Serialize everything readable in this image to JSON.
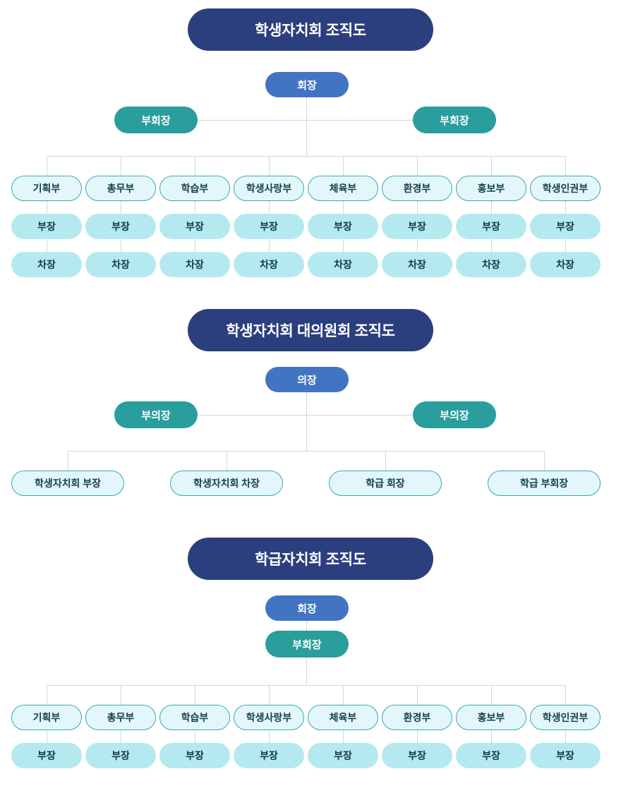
{
  "colors": {
    "banner_navy": "#2b3f7f",
    "leader_blue": "#4175c4",
    "deputy_teal": "#2a9d9d",
    "dept_fill": "#e3f7fa",
    "dept_border": "#3aa7b5",
    "role_fill": "#b5e9f0",
    "connector": "#d2d5da",
    "page_background": "#ffffff"
  },
  "sections": [
    {
      "id": "student-council",
      "title": "학생자치회 조직도",
      "leader": "회장",
      "deputy_left": "부회장",
      "deputy_right": "부회장",
      "departments": [
        "기획부",
        "총무부",
        "학습부",
        "학생사랑부",
        "체육부",
        "환경부",
        "홍보부",
        "학생인권부"
      ],
      "role_rows": [
        "부장",
        "차장"
      ]
    },
    {
      "id": "representative-council",
      "title": "학생자치회 대의원회 조직도",
      "leader": "의장",
      "deputy_left": "부의장",
      "deputy_right": "부의장",
      "members": [
        "학생자치회 부장",
        "학생자치회 차장",
        "학급 회장",
        "학급 부회장"
      ]
    },
    {
      "id": "class-council",
      "title": "학급자치회 조직도",
      "leader": "회장",
      "deputy": "부회장",
      "departments": [
        "기획부",
        "총무부",
        "학습부",
        "학생사랑부",
        "체육부",
        "환경부",
        "홍보부",
        "학생인권부"
      ],
      "role_rows": [
        "부장"
      ]
    }
  ]
}
